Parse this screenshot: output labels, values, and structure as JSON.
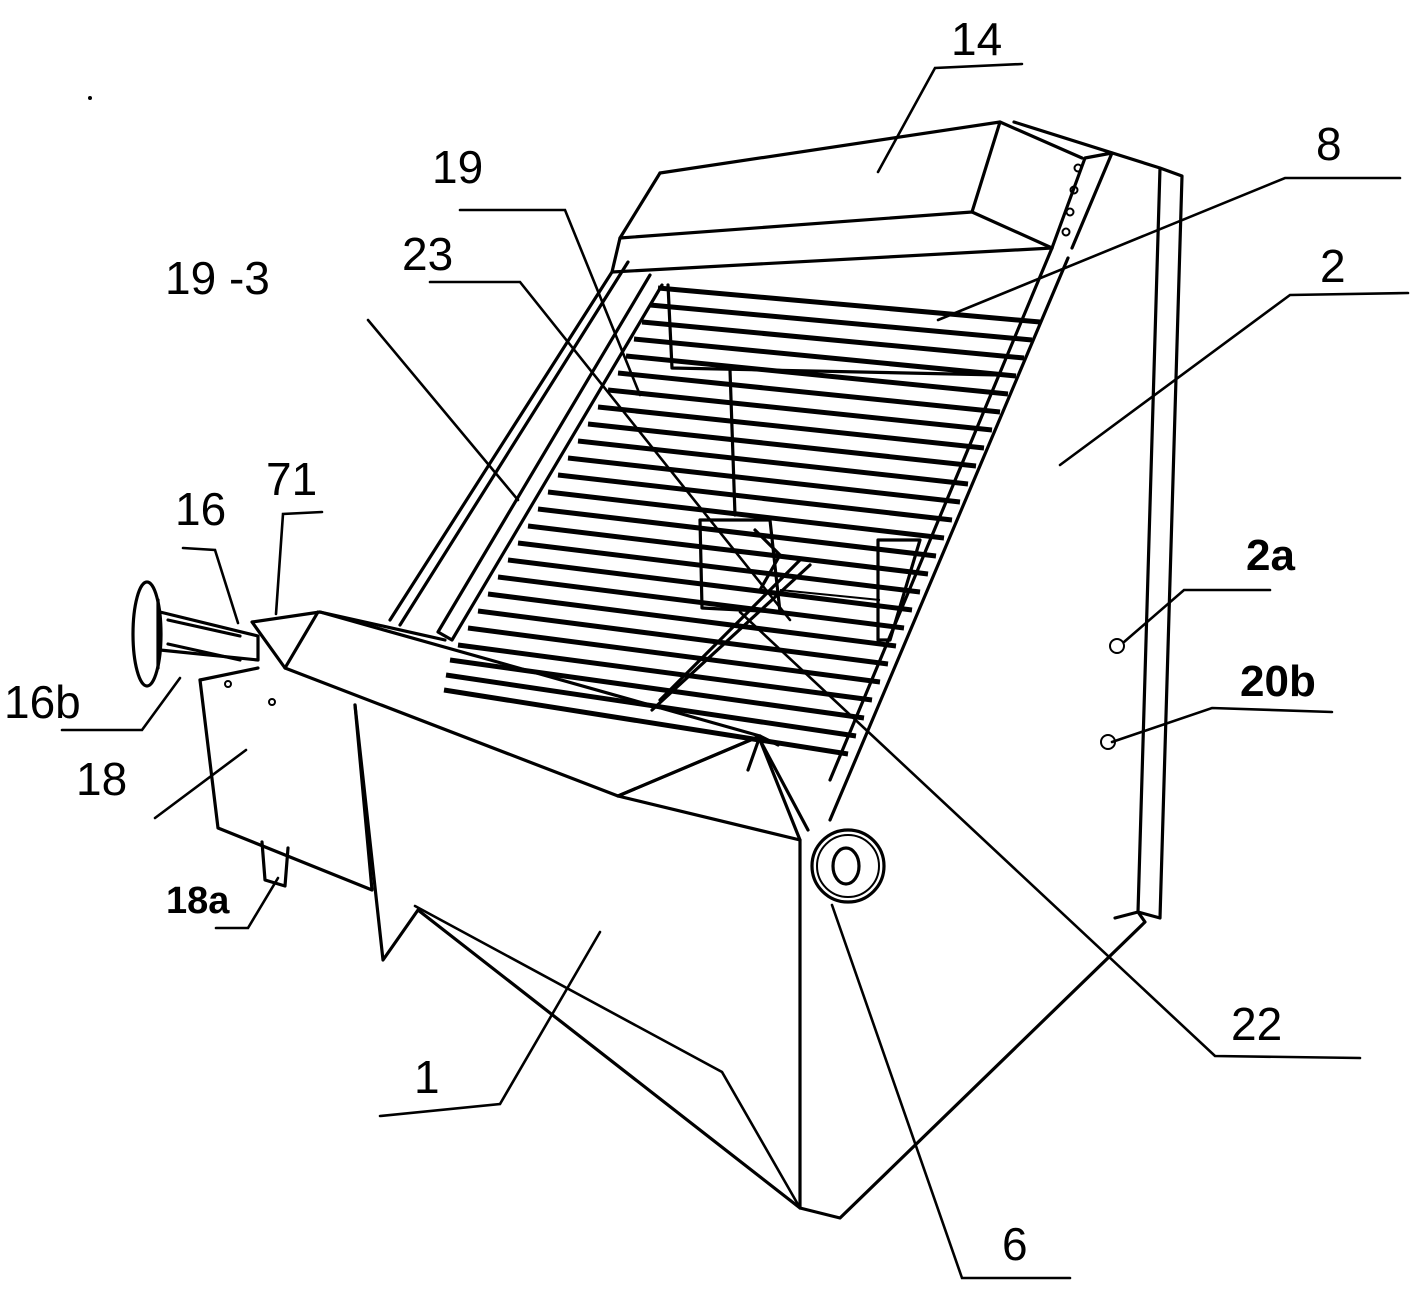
{
  "labels": {
    "l14": "14",
    "l8": "8",
    "l19": "19",
    "l23": "23",
    "l19_3": "19 -3",
    "l2": "2",
    "l71": "71",
    "l16": "16",
    "l16b": "16b",
    "l18": "18",
    "l18a": "18a",
    "l2a": "2a",
    "l20b": "20b",
    "l1": "1",
    "l22": "22",
    "l6": "6"
  }
}
